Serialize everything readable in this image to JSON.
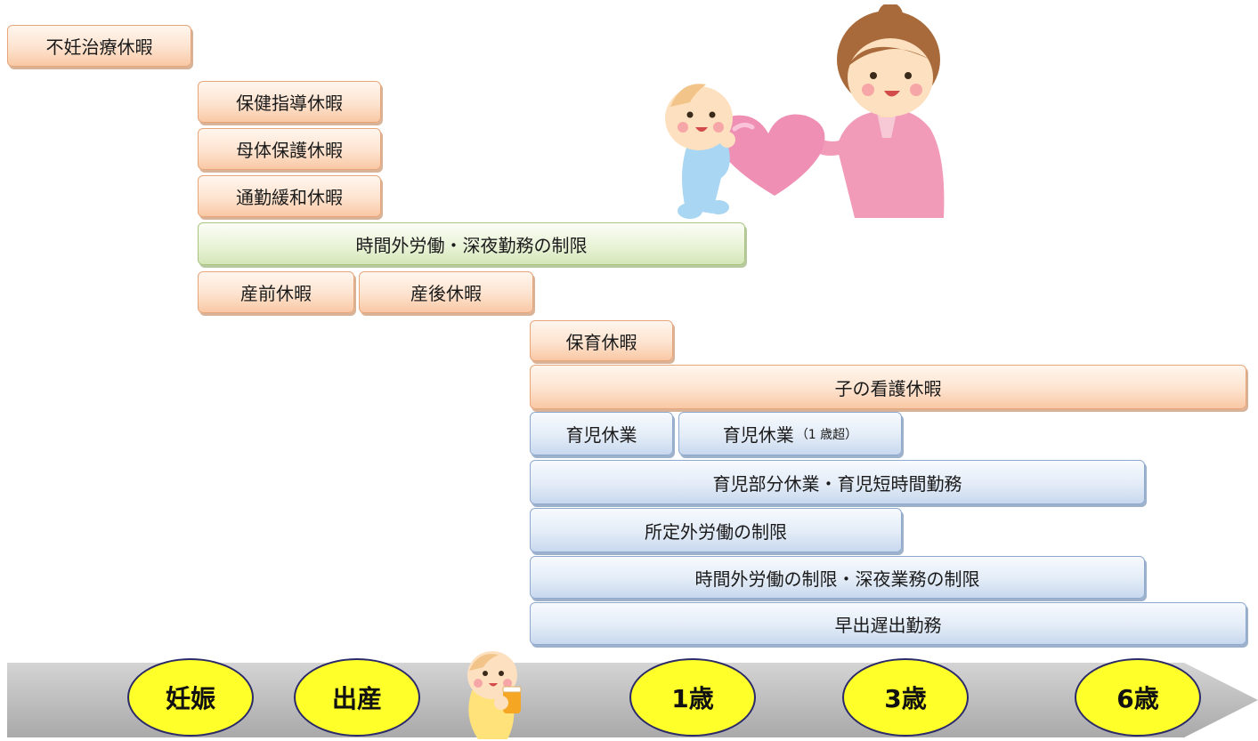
{
  "leave_items": {
    "fertility_treatment": "不妊治療休暇",
    "health_guidance": "保健指導休暇",
    "maternal_protection": "母体保護休暇",
    "commute_relief": "通勤緩和休暇",
    "overtime_night_limit_pregnancy": "時間外労働・深夜勤務の制限",
    "prenatal": "産前休暇",
    "postnatal": "産後休暇",
    "nursing": "保育休暇",
    "child_sick_care": "子の看護休暇",
    "childcare_leave": "育児休業",
    "childcare_leave_over1": "育児休業",
    "childcare_leave_over1_note": "（1 歳超）",
    "partial_leave_short_hours": "育児部分休業・育児短時間勤務",
    "nonscheduled_work_limit": "所定外労働の制限",
    "overtime_night_limit_childcare": "時間外労働の制限・深夜業務の制限",
    "early_late_shift": "早出遅出勤務"
  },
  "milestones": {
    "pregnancy": "妊娠",
    "birth": "出産",
    "age1": "1歳",
    "age3": "3歳",
    "age6": "6歳"
  },
  "colors": {
    "timeline_arrow": "#bdbdbd",
    "milestone_fill": "#ffff2a",
    "maternity_box": "#fde3cf",
    "pregnancy_limit_box": "#e9f3d8",
    "childcare_box": "#e3ecf7"
  },
  "illustrations": [
    "mother-with-heart",
    "baby-holding-heart",
    "baby-with-bottle"
  ]
}
